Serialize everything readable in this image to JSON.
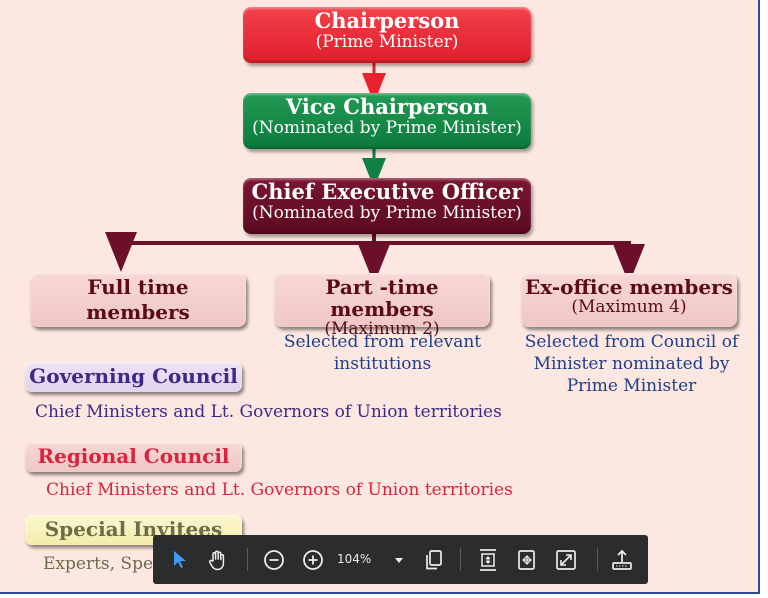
{
  "chart": {
    "chairperson": {
      "title": "Chairperson",
      "subtitle": "(Prime Minister)"
    },
    "vice": {
      "title": "Vice Chairperson",
      "subtitle": "(Nominated by Prime Minister)"
    },
    "ceo": {
      "title": "Chief Executive Officer",
      "subtitle": "(Nominated by Prime Minister)"
    },
    "members": [
      {
        "title": "Full time members",
        "subtitle": "",
        "description": ""
      },
      {
        "title": "Part -time members",
        "subtitle": "(Maximum 2)",
        "description": "Selected from relevant institutions"
      },
      {
        "title": "Ex-office members",
        "subtitle": "(Maximum 4)",
        "description": "Selected from Council of Minister nominated by Prime Minister"
      }
    ],
    "councils": [
      {
        "title": "Governing Council",
        "description": "Chief Ministers and Lt. Governors of Union territories"
      },
      {
        "title": "Regional Council",
        "description": "Chief Ministers and Lt. Governors of Union territories"
      },
      {
        "title": "Special Invitees",
        "description": "Experts, Spec"
      }
    ]
  },
  "colors": {
    "chair_red": "#e8232f",
    "vice_green": "#118043",
    "ceo_maroon": "#6a0f28",
    "connector_maroon": "#6b0f2a",
    "member_text": "#5a0a18",
    "desc_blue": "#1e3f8c",
    "governing_text": "#3d2a85",
    "regional_text": "#d8243f",
    "special_text": "#6b6c4a"
  },
  "toolbar": {
    "zoom_label": "104%",
    "tools": [
      "select-cursor",
      "hand-pan",
      "zoom-out",
      "zoom-in",
      "zoom-dropdown",
      "pages",
      "fit-page",
      "fit-width",
      "full-screen",
      "share-upload"
    ]
  }
}
